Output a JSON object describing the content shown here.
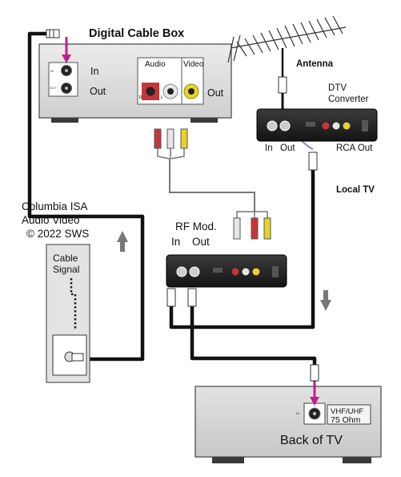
{
  "cable_box": {
    "title": "Digital Cable Box",
    "in_label": "In",
    "out_label": "Out",
    "audio_label": "Audio",
    "video_label": "Video",
    "av_out_label": "Out",
    "port_in": "IN",
    "port_out": "OUT",
    "jack_letter_r": "R",
    "jack_letter_l": "L"
  },
  "antenna": {
    "label": "Antenna"
  },
  "dtv_converter": {
    "label_line1": "DTV",
    "label_line2": "Converter",
    "in_label": "In",
    "out_label": "Out",
    "rca_out_label": "RCA Out"
  },
  "local_tv": {
    "label": "Local TV"
  },
  "credit": {
    "line1": "Columbia ISA",
    "line2": "Audio Video",
    "line3": "© 2022 SWS"
  },
  "wall_plate": {
    "line1": "Cable",
    "line2": "Signal"
  },
  "rf_modulator": {
    "label": "RF Mod.",
    "in_label": "In",
    "out_label": "Out"
  },
  "tv": {
    "caption": "Back of TV",
    "input_line1": "VHF/UHF",
    "input_line2": "75 Ohm",
    "port_in": "IN"
  },
  "colors": {
    "cable": "#111111",
    "thin_wire": "#777777",
    "arrow_magenta": "#c0208a",
    "arrow_gray": "#777777",
    "rca_red": "#c4363a",
    "rca_white": "#e6e6e6",
    "rca_yellow": "#e8d22a",
    "device_dark": "#2a2a2a",
    "box_gray": "#dcdcdc",
    "tv_gray": "#d6d6d6",
    "wall_plate": "#e3e3e3"
  },
  "signal_flow": [
    {
      "direction": "up",
      "meaning": "cable signal toward cable box"
    },
    {
      "direction": "down",
      "meaning": "local TV toward TV"
    }
  ]
}
